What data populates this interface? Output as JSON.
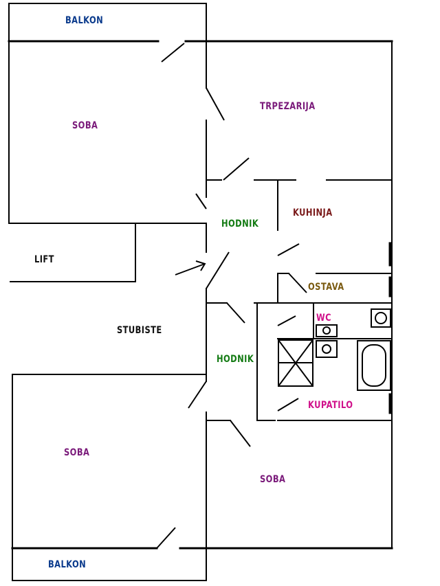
{
  "colors": {
    "wall": "#000000",
    "blue_label": "#0a3a8c",
    "purple_label": "#7a1a7a",
    "green_label": "#127a12",
    "brown_label": "#7a1a1a",
    "olive_label": "#7a5a10",
    "magenta_label": "#d0108a",
    "dark_label": "#111111"
  },
  "labels": {
    "balkon_top": "BALKON",
    "soba_top_left": "SOBA",
    "trpezarija": "TRPEZARIJA",
    "hodnik_top": "HODNIK",
    "kuhinja": "KUHINJA",
    "lift": "LIFT",
    "ostava": "OSTAVA",
    "wc": "WC",
    "stubiste": "STUBISTE",
    "hodnik_bottom": "HODNIK",
    "kupatilo": "KUPATILO",
    "soba_bottom_left": "SOBA",
    "soba_bottom_right": "SOBA",
    "balkon_bottom": "BALKON"
  }
}
